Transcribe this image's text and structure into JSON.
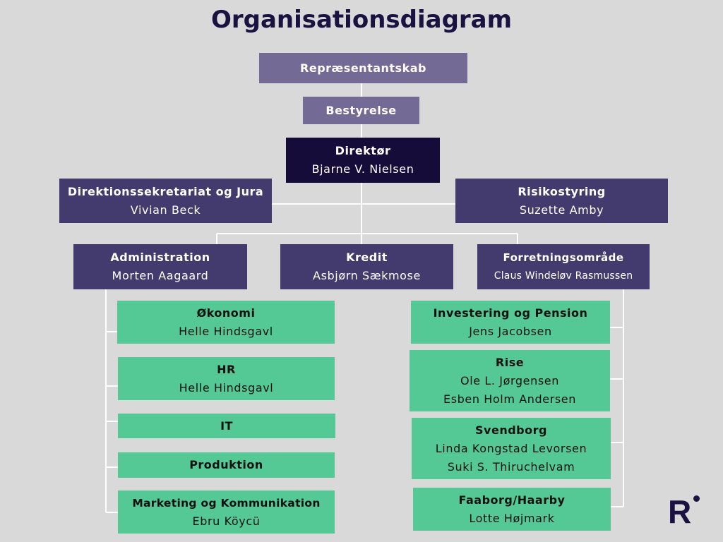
{
  "title": "Organisationsdiagram",
  "colors": {
    "top": "#736b96",
    "director": "#150c3a",
    "unit": "#433a6e",
    "dept": "#55c995",
    "line": "#ffffff"
  },
  "boxes": {
    "rep": {
      "title": "Repræsentantskab"
    },
    "board": {
      "title": "Bestyrelse"
    },
    "director": {
      "title": "Direktør",
      "names": [
        "Bjarne V. Nielsen"
      ]
    },
    "secretariat": {
      "title": "Direktionssekretariat og Jura",
      "names": [
        "Vivian Beck"
      ]
    },
    "risk": {
      "title": "Risikostyring",
      "names": [
        "Suzette Amby"
      ]
    },
    "admin": {
      "title": "Administration",
      "names": [
        "Morten Aagaard"
      ]
    },
    "credit": {
      "title": "Kredit",
      "names": [
        "Asbjørn Sækmose"
      ]
    },
    "business": {
      "title": "Forretningsområde",
      "names": [
        "Claus Windeløv Rasmussen"
      ]
    },
    "economy": {
      "title": "Økonomi",
      "names": [
        "Helle Hindsgavl"
      ]
    },
    "hr": {
      "title": "HR",
      "names": [
        "Helle Hindsgavl"
      ]
    },
    "it": {
      "title": "IT"
    },
    "production": {
      "title": "Produktion"
    },
    "marketing": {
      "title": "Marketing og Kommunikation",
      "names": [
        "Ebru Köycü"
      ]
    },
    "investment": {
      "title": "Investering og Pension",
      "names": [
        "Jens Jacobsen"
      ]
    },
    "rise": {
      "title": "Rise",
      "names": [
        "Ole L. Jørgensen",
        "Esben Holm Andersen"
      ]
    },
    "svendborg": {
      "title": "Svendborg",
      "names": [
        "Linda Kongstad Levorsen",
        "Suki S. Thiruchelvam"
      ]
    },
    "faaborg": {
      "title": "Faaborg/Haarby",
      "names": [
        "Lotte Højmark"
      ]
    }
  },
  "logo": "R"
}
